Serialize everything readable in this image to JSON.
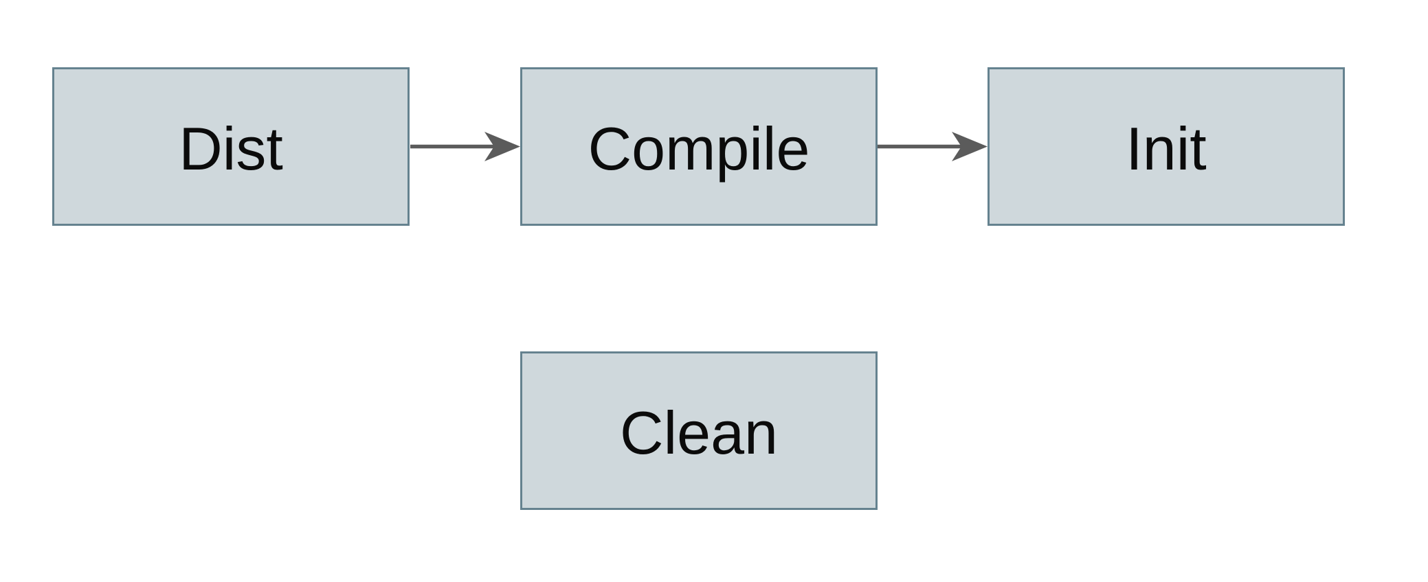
{
  "diagram": {
    "type": "flowchart",
    "nodes": [
      {
        "id": "dist",
        "label": "Dist"
      },
      {
        "id": "compile",
        "label": "Compile"
      },
      {
        "id": "init",
        "label": "Init"
      },
      {
        "id": "clean",
        "label": "Clean"
      }
    ],
    "edges": [
      {
        "from": "Dist",
        "to": "Compile",
        "style": "arrow"
      },
      {
        "from": "Compile",
        "to": "Init",
        "style": "arrow"
      }
    ],
    "colors": {
      "background": "#ffffff",
      "node_fill": "#cfd8dc",
      "node_border": "#65828f",
      "node_text": "#0b0b0b",
      "arrow": "#5b5b5b"
    }
  }
}
